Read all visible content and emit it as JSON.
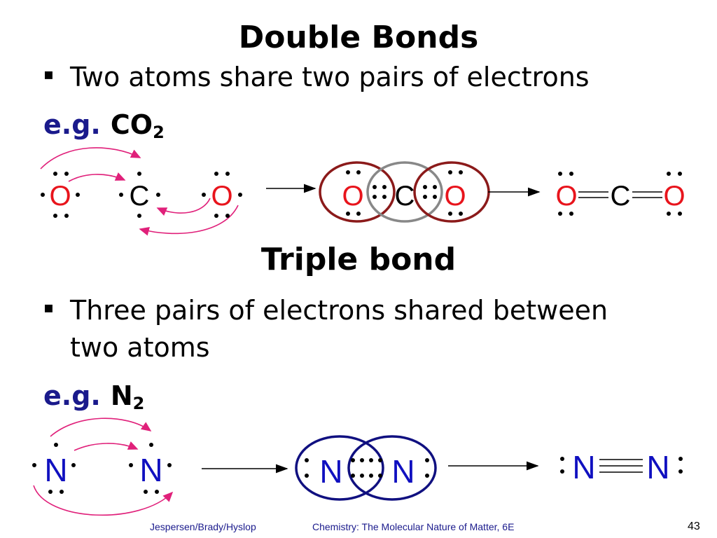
{
  "slide": {
    "title1": "Double Bonds",
    "bullet1": "Two atoms share two pairs of electrons",
    "eg_label": "e.g.",
    "formula1_main": "CO",
    "formula1_sub": "2",
    "title2": "Triple bond",
    "bullet2_line1": "Three pairs of electrons shared between",
    "bullet2_line2": "two atoms",
    "formula2_main": "N",
    "formula2_sub": "2",
    "bullet_symbol": "▪"
  },
  "diagram": {
    "oxygen": "O",
    "carbon": "C",
    "nitrogen": "N",
    "colors": {
      "oxygen": "#e8141c",
      "nitrogen": "#1010c0",
      "arrow_pink": "#e0207a",
      "ring_maroon": "#8b1a1a",
      "ring_gray": "#888888",
      "ring_navy": "#101080"
    }
  },
  "footer": {
    "authors": "Jespersen/Brady/Hyslop",
    "book": "Chemistry: The Molecular Nature of Matter, 6E",
    "page": "43"
  }
}
